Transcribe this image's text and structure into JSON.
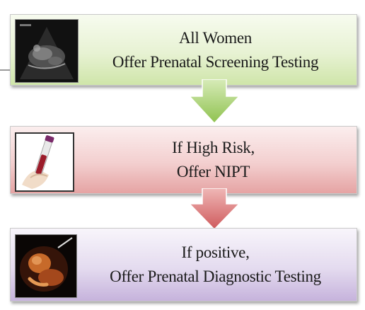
{
  "steps": [
    {
      "line1": "All Women",
      "line2": "Offer  Prenatal Screening Testing",
      "image": "ultrasound-scan",
      "color": "#cfe5a9"
    },
    {
      "line1": "If High Risk,",
      "line2": "Offer NIPT",
      "image": "blood-sample-tube",
      "color": "#e5a3a3"
    },
    {
      "line1": "If positive,",
      "line2": "Offer  Prenatal Diagnostic Testing",
      "image": "fetus",
      "color": "#c6b3dc"
    }
  ],
  "arrows": [
    {
      "icon": "arrow-down-icon",
      "color": "#9ccc5a"
    },
    {
      "icon": "arrow-down-icon",
      "color": "#d9686a"
    }
  ]
}
